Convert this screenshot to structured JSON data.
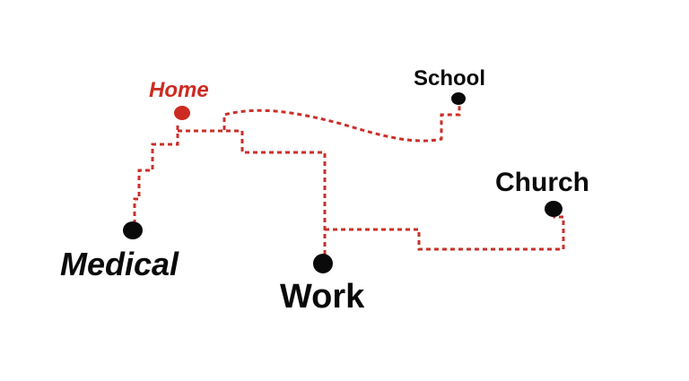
{
  "places": {
    "home": "Home",
    "school": "School",
    "church": "Church",
    "medical": "Medical",
    "work": "Work"
  },
  "colors": {
    "home": "#cc2b22",
    "route": "#c8302a",
    "places": "#0a0a0a"
  }
}
